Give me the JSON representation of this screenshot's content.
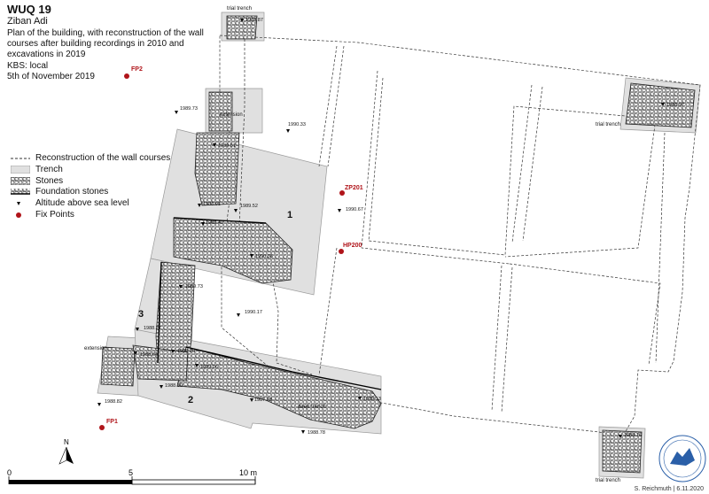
{
  "header": {
    "code": "WUQ 19",
    "site": "Ziban Adi",
    "description_line1": "Plan of the building, with reconstruction of the wall",
    "description_line2": "courses after building recordings in 2010 and",
    "description_line3": "excavations in 2019",
    "kbs": "KBS: local",
    "date": "5th of November 2019"
  },
  "legend": {
    "reconstruction": "Reconstruction of the wall courses",
    "trench": "Trench",
    "stones": "Stones",
    "foundation": "Foundation stones",
    "altitude": "Altitude above sea level",
    "fixpoints": "Fix Points"
  },
  "colors": {
    "trench_fill": "#e0e0e0",
    "fix_point": "#b0141a",
    "wall_line": "#333333"
  },
  "trench_labels": {
    "trial_top": "trial trench",
    "trial_right": "trial trench",
    "trial_bottom": "trial trench",
    "extension_top": "extension",
    "extension_left": "extension",
    "deep": "deep trench"
  },
  "trench_numbers": {
    "t1": "1",
    "t2": "2",
    "t3": "3"
  },
  "fix_points": {
    "fp1": "FP1",
    "fp2": "FP2",
    "zp201": "ZP201",
    "hp200": "HP200"
  },
  "altitudes": {
    "a1": "1988.87",
    "a2": "1989.73",
    "a3": "1990.33",
    "a4": "1989.51",
    "a5": "1988.91",
    "a6": "1989.52",
    "a7": "1990.67",
    "a8": "1989.40",
    "a9": "1990.36",
    "a10": "1989.73",
    "a11": "1990.17",
    "a12": "1988.27",
    "a13": "1988.64",
    "a14": "1989.20",
    "a15": "1989.06",
    "a16": "1988.30",
    "a17": "1988.82",
    "a18": "1987.28",
    "a19": "1989.13",
    "a20": "1988.78",
    "a21": "1988.97",
    "a22": "1988.16"
  },
  "scale": {
    "zero": "0",
    "five": "5",
    "ten": "10 m"
  },
  "north": "N",
  "credit": "S. Reichmuth | 6.11.2020"
}
